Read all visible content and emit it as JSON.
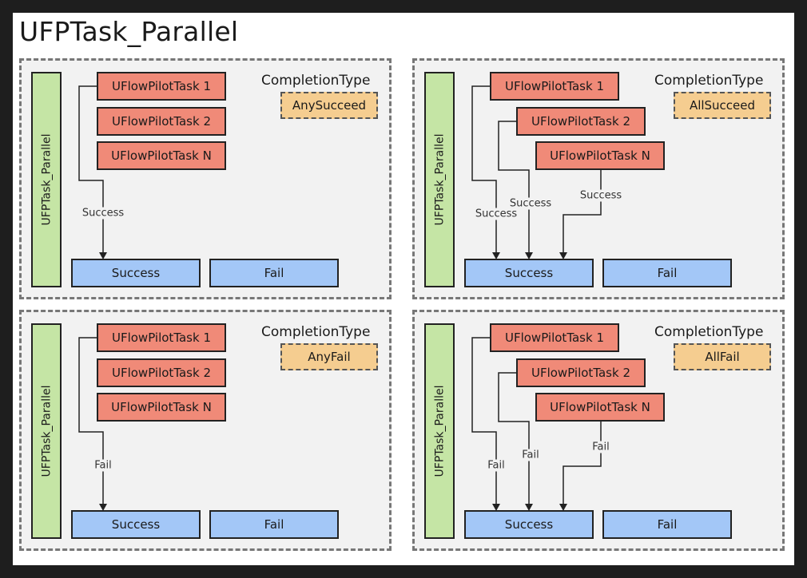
{
  "title": "UFPTask_Parallel",
  "completion_type_label": "CompletionType",
  "colors": {
    "task": "#f08a78",
    "result": "#a3c7f7",
    "side_bar": "#c5e5a5",
    "completion_value": "#f5cd90",
    "panel_bg": "#f2f2f2",
    "panel_border": "#777777"
  },
  "panels": [
    {
      "side_label": "UFPTask_Parallel",
      "completion_value": "AnySucceed",
      "tasks": [
        "UFlowPilotTask 1",
        "UFlowPilotTask 2",
        "UFlowPilotTask N"
      ],
      "results": [
        "Success",
        "Fail"
      ],
      "edge_labels": [
        "Success"
      ]
    },
    {
      "side_label": "UFPTask_Parallel",
      "completion_value": "AllSucceed",
      "tasks": [
        "UFlowPilotTask 1",
        "UFlowPilotTask 2",
        "UFlowPilotTask N"
      ],
      "results": [
        "Success",
        "Fail"
      ],
      "edge_labels": [
        "Success",
        "Success",
        "Success"
      ]
    },
    {
      "side_label": "UFPTask_Parallel",
      "completion_value": "AnyFail",
      "tasks": [
        "UFlowPilotTask 1",
        "UFlowPilotTask 2",
        "UFlowPilotTask N"
      ],
      "results": [
        "Success",
        "Fail"
      ],
      "edge_labels": [
        "Fail"
      ]
    },
    {
      "side_label": "UFPTask_Parallel",
      "completion_value": "AllFail",
      "tasks": [
        "UFlowPilotTask 1",
        "UFlowPilotTask 2",
        "UFlowPilotTask N"
      ],
      "results": [
        "Success",
        "Fail"
      ],
      "edge_labels": [
        "Fail",
        "Fail",
        "Fail"
      ]
    }
  ]
}
